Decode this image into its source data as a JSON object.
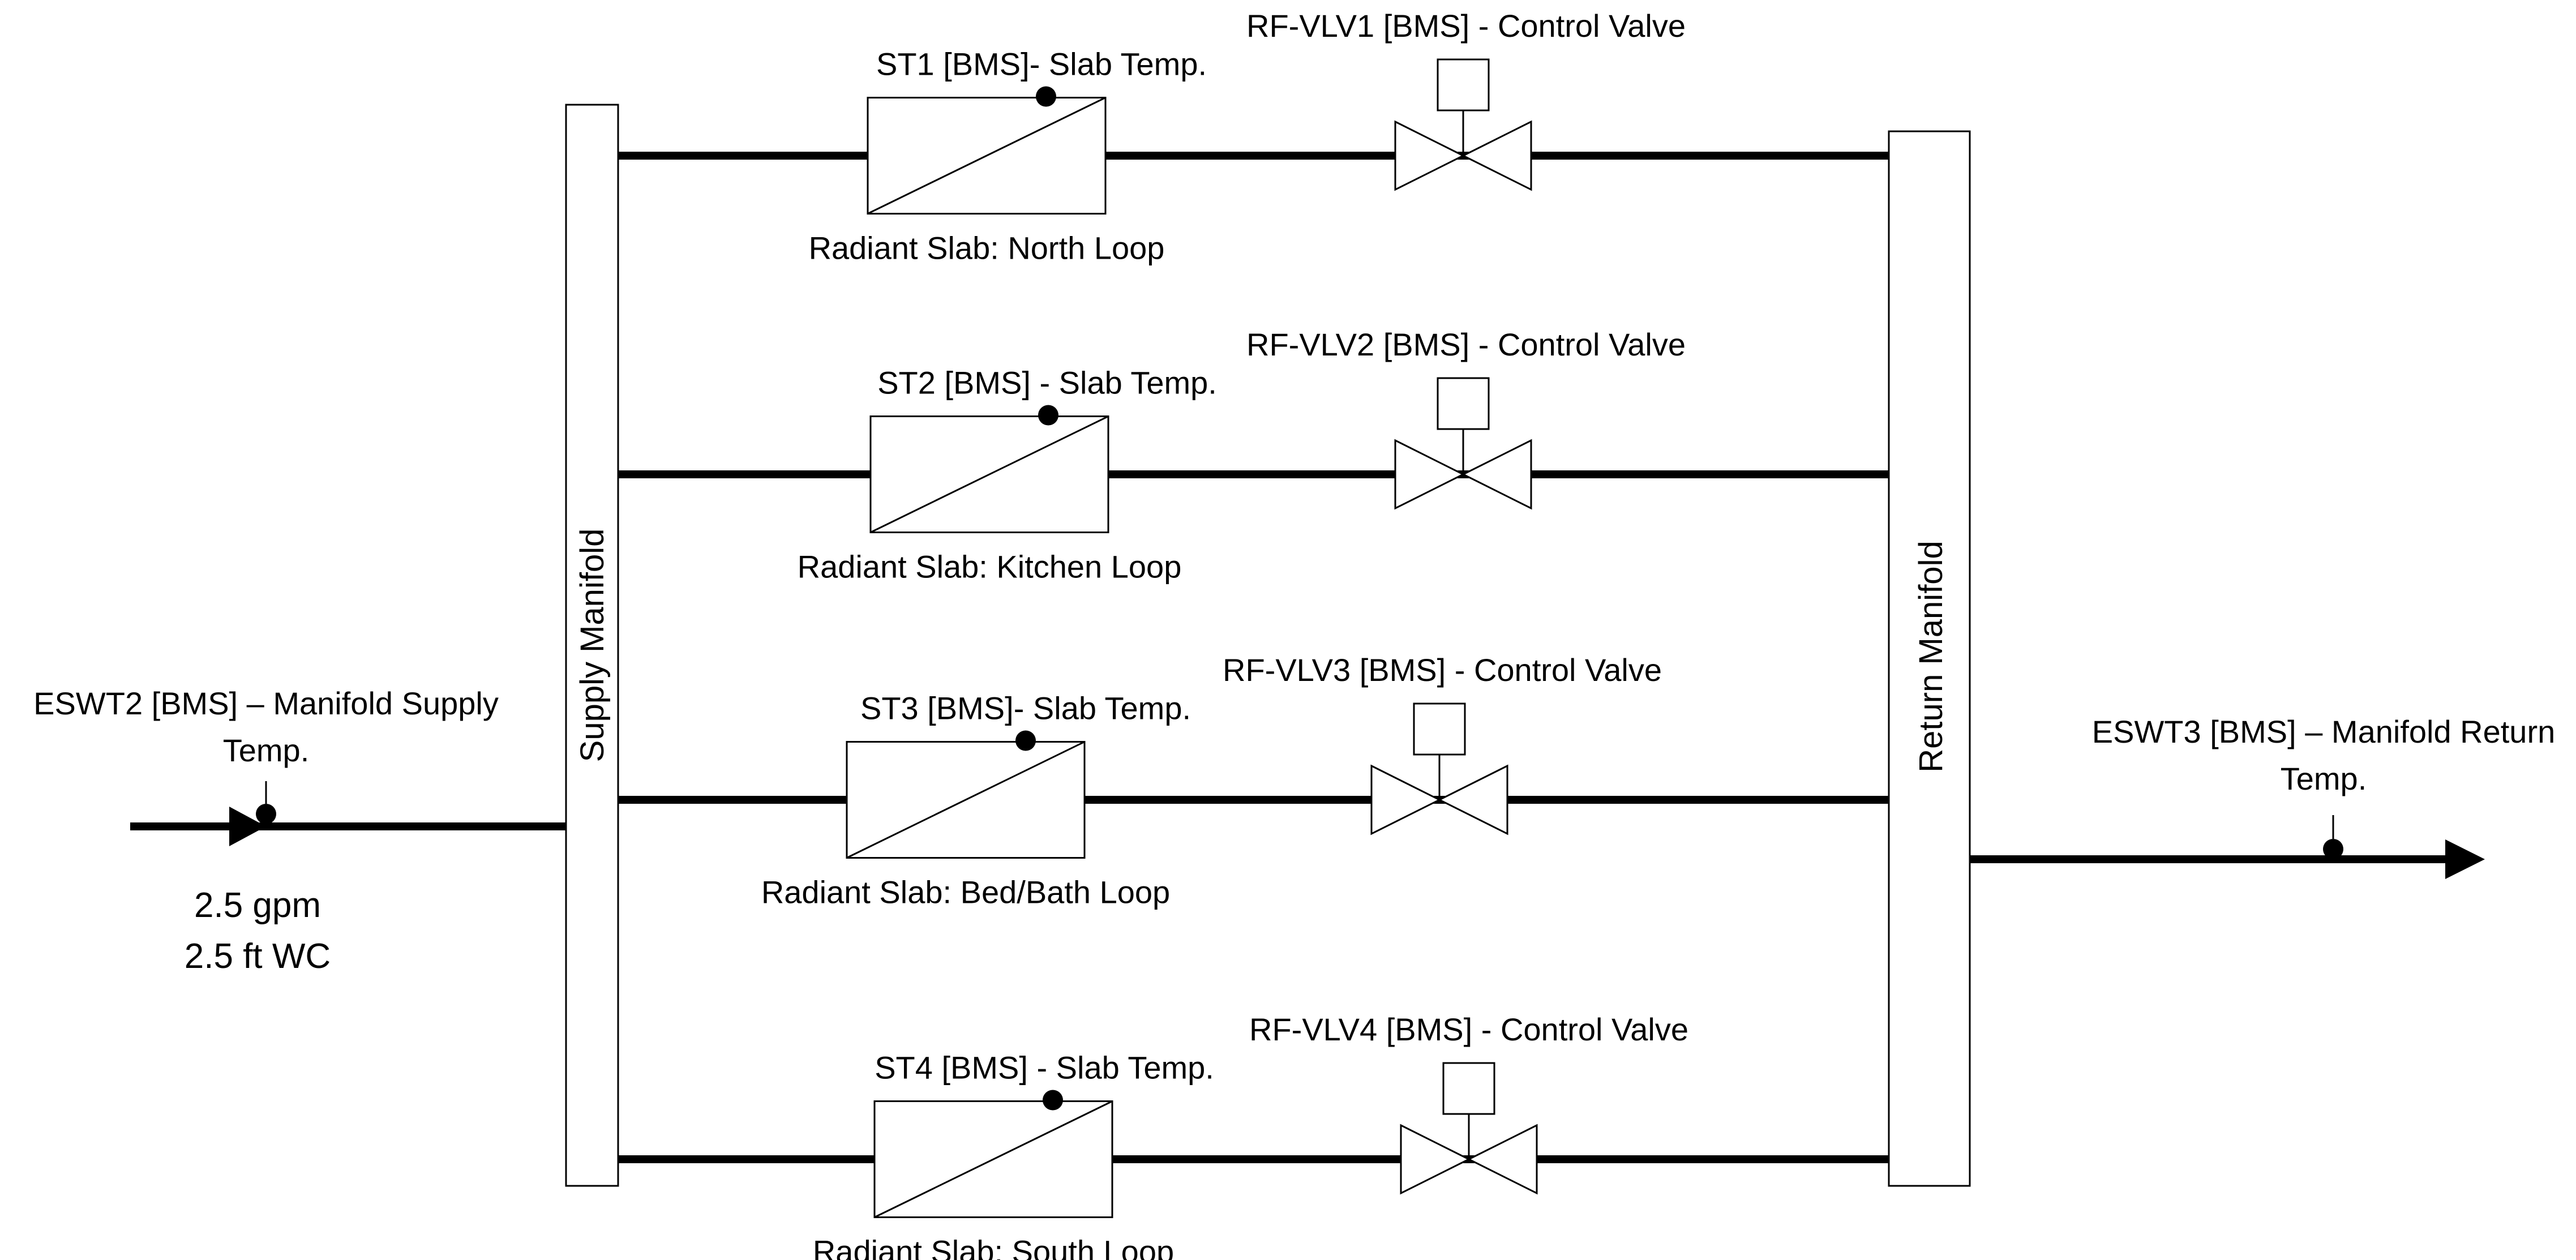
{
  "supply_manifold": {
    "label": "Supply Manifold"
  },
  "return_manifold": {
    "label": "Return Manifold"
  },
  "supply_inlet": {
    "sensor_label_line1": "ESWT2 [BMS] – Manifold Supply",
    "sensor_label_line2": "Temp.",
    "flow": "2.5 gpm",
    "head": "2.5 ft WC"
  },
  "return_outlet": {
    "sensor_label_line1": "ESWT3 [BMS] – Manifold Return",
    "sensor_label_line2": "Temp."
  },
  "loops": [
    {
      "sensor_label": "ST1 [BMS]- Slab Temp.",
      "valve_label": "RF-VLV1 [BMS] - Control Valve",
      "slab_label": "Radiant Slab: North Loop"
    },
    {
      "sensor_label": "ST2 [BMS] - Slab Temp.",
      "valve_label": "RF-VLV2 [BMS] - Control Valve",
      "slab_label": "Radiant Slab: Kitchen Loop"
    },
    {
      "sensor_label": "ST3 [BMS]- Slab Temp.",
      "valve_label": "RF-VLV3 [BMS] - Control Valve",
      "slab_label": "Radiant Slab: Bed/Bath Loop"
    },
    {
      "sensor_label": "ST4 [BMS] - Slab Temp.",
      "valve_label": "RF-VLV4 [BMS] - Control Valve",
      "slab_label": "Radiant Slab: South Loop"
    }
  ]
}
